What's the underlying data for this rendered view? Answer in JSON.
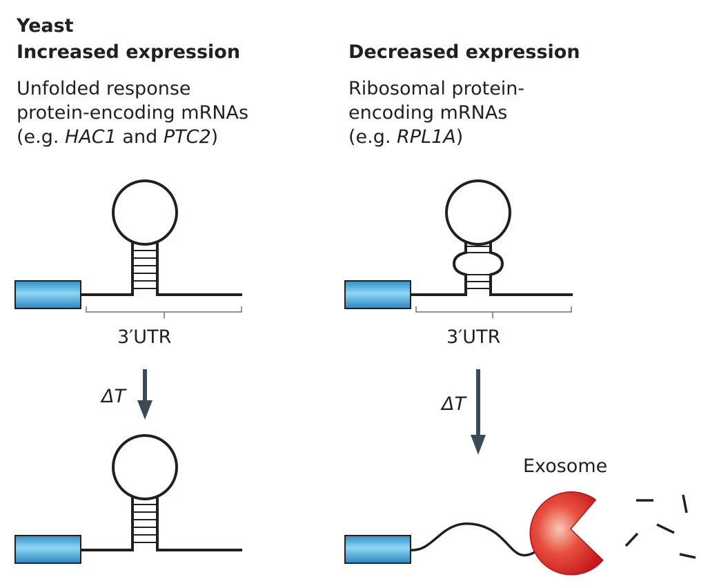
{
  "left": {
    "organism": "Yeast",
    "heading": "Increased expression",
    "desc_line1": "Unfolded response",
    "desc_line2": "protein-encoding mRNAs",
    "example_open": "(e.g. ",
    "gene1": "HAC1",
    "gene_sep": " and ",
    "gene2": "PTC2",
    "example_close": ")",
    "region_label": "3′UTR",
    "arrow_label": "ΔT"
  },
  "right": {
    "heading": "Decreased expression",
    "desc_line1": "Ribosomal protein-",
    "desc_line2": "encoding mRNAs",
    "example_open": "(e.g. ",
    "gene1": "RPL1A",
    "example_close": ")",
    "region_label": "3′UTR",
    "arrow_label": "ΔT",
    "exosome_label": "Exosome"
  },
  "colors": {
    "coding_region": "#4fb3e0",
    "arrow": "#3a4a56",
    "exosome": "#d9262b",
    "line": "#231f20"
  }
}
